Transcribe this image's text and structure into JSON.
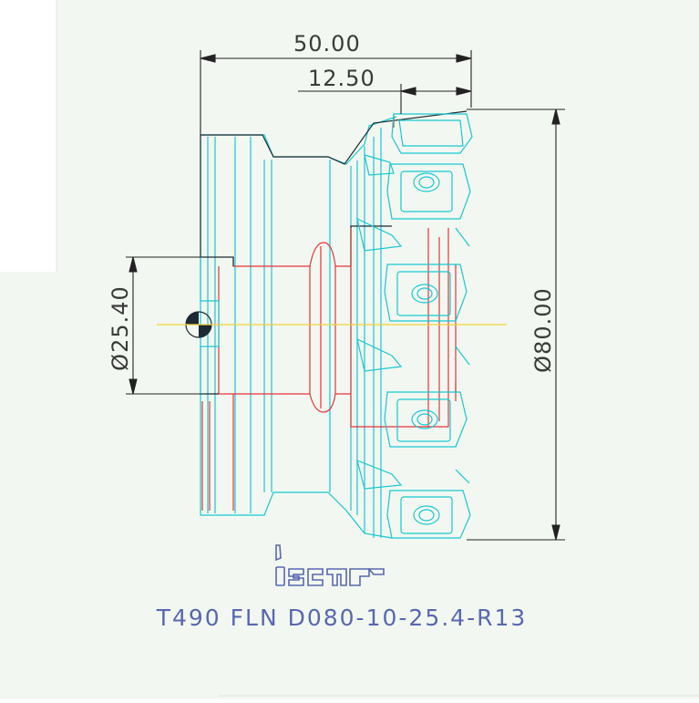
{
  "dimensions": {
    "overall_length": "50.00",
    "insert_length": "12.50",
    "bore_diameter": "Ø25.40",
    "cutter_diameter": "Ø80.00"
  },
  "logo_text": "iscar",
  "designation": "T490 FLN D080-10-25.4-R13",
  "colors": {
    "background": "#ffffff",
    "panel": "#f2f8f1",
    "outline_cyan": "#19c7d1",
    "section_red": "#e8333a",
    "dimension_line": "#222222",
    "centerline": "#f2d23a",
    "text_gray": "#3a3a3a",
    "title_blue": "#5a67b0"
  }
}
